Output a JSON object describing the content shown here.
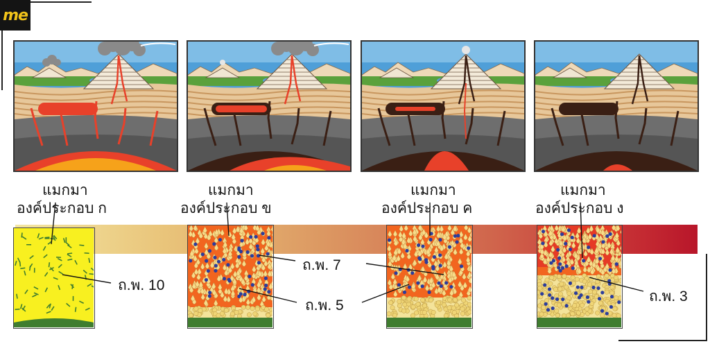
{
  "logo": {
    "text": "me"
  },
  "panels": [
    {
      "id": "a"
    },
    {
      "id": "b"
    },
    {
      "id": "c"
    },
    {
      "id": "d"
    }
  ],
  "magma_labels": [
    {
      "line1": "แมกมา",
      "line2": "องค์ประกอบ ก"
    },
    {
      "line1": "แมกมา",
      "line2": "องค์ประกอบ ข"
    },
    {
      "line1": "แมกมา",
      "line2": "องค์ประกอบ ค"
    },
    {
      "line1": "แมกมา",
      "line2": "องค์ประกอบ ง"
    }
  ],
  "annotations": {
    "a10": "ถ.พ. 10",
    "a7": "ถ.พ. 7",
    "a5": "ถ.พ. 5",
    "a3": "ถ.พ. 3"
  },
  "colors": {
    "sky": "#4f9fd8",
    "grass": "#5aa13c",
    "crust": "#e7c79a",
    "mantle": "#6e6e6e",
    "magma": "#e8412a",
    "core": "#f6a21a",
    "solid": "#3a1f14",
    "yellow": "#f8f020",
    "green": "#3f7d2f"
  }
}
